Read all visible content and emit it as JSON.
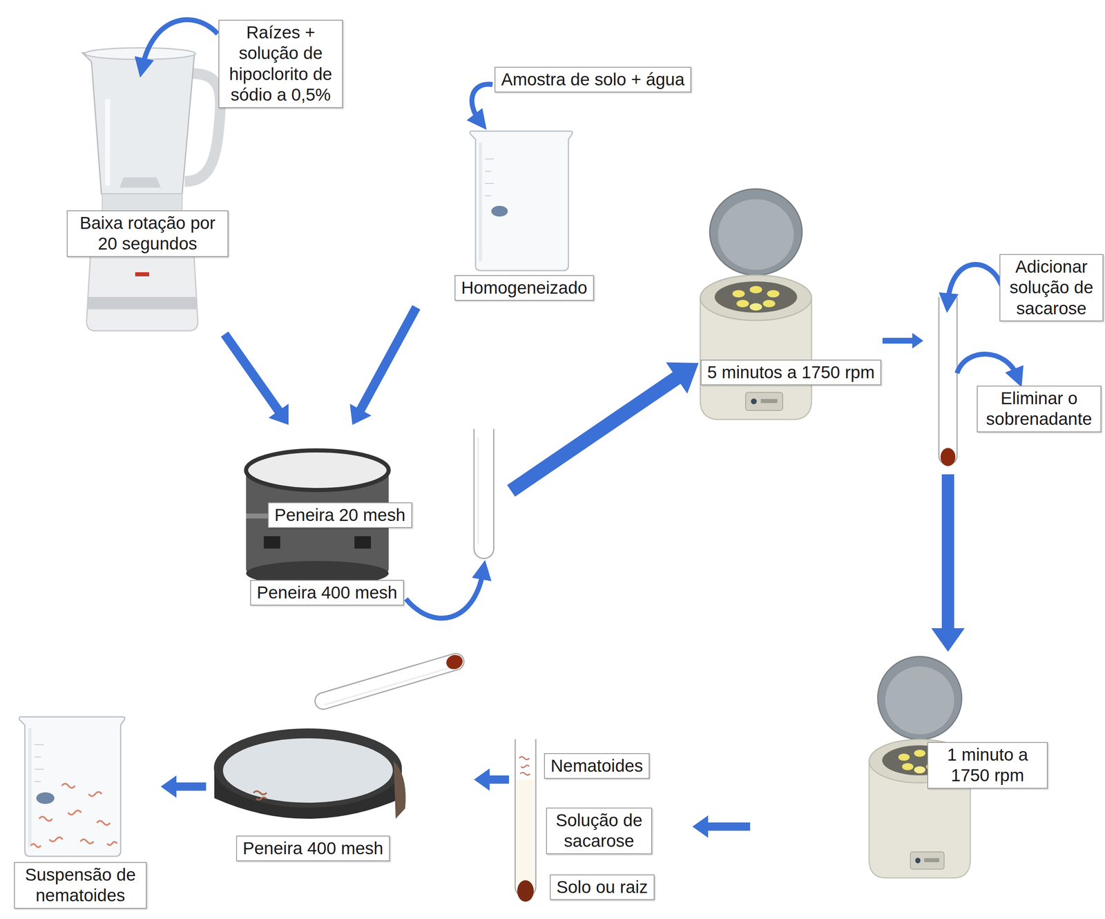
{
  "diagram": {
    "nodes": [
      {
        "text": [
          "Raízes + solução de hipoclorito de sódio a 0,5%",
          "Baixa rotação por 20 segundos"
        ]
      },
      {
        "text": [
          "Amostra de solo + água",
          "Homogeneizado"
        ]
      },
      {
        "text": [
          "Peneira 20 mesh",
          "Peneira 400 mesh"
        ]
      },
      {
        "text": [
          "5 minutos a 1750 rpm"
        ]
      },
      {
        "text": [
          "Adicionar solução de sacarose",
          "Eliminar o sobrenadante"
        ]
      },
      {
        "text": [
          "1 minuto a 1750 rpm"
        ]
      },
      {
        "text": [
          "Nematoides",
          "Solução de sacarose",
          "Solo ou raiz"
        ]
      },
      {
        "text": [
          "Peneira 400 mesh"
        ]
      },
      {
        "text": [
          "Suspensão de nematoides"
        ]
      }
    ],
    "edges": [
      {
        "from": 0,
        "to": 2,
        "arrow": "to"
      },
      {
        "from": 1,
        "to": 2,
        "arrow": "to"
      },
      {
        "from": 2,
        "to": 3,
        "arrow": "to"
      },
      {
        "from": 3,
        "to": 4,
        "arrow": "to"
      },
      {
        "from": 4,
        "to": 5,
        "arrow": "to"
      },
      {
        "from": 5,
        "to": 6,
        "arrow": "to"
      },
      {
        "from": 6,
        "to": 7,
        "arrow": "to"
      },
      {
        "from": 7,
        "to": 8,
        "arrow": "to"
      }
    ]
  }
}
